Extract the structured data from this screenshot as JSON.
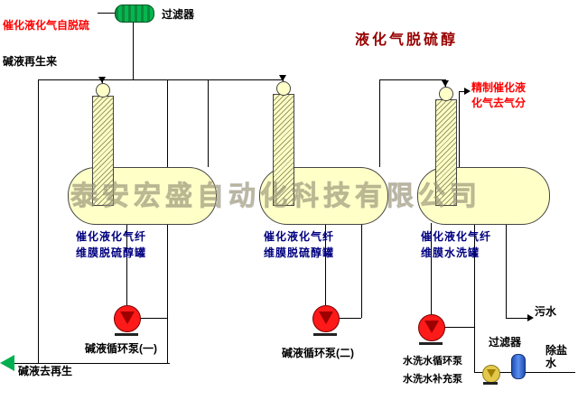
{
  "diagram": {
    "title": "液化气脱硫醇",
    "watermark": "泰安宏盛自动化科技有限公司",
    "labels": {
      "feed_in": "催化液化气自脱硫",
      "filter_top": "过滤器",
      "caustic_in": "碱液再生来",
      "product_line1": "精制催化液",
      "product_line2": "化气去气分",
      "caustic_out": "碱液去再生",
      "sewage": "污水",
      "demin_water": "除盐\n水",
      "filter_bottom": "过滤器"
    },
    "vessels": [
      {
        "label_line1": "催化液化气纤",
        "label_line2": "维膜脱硫醇罐"
      },
      {
        "label_line1": "催化液化气纤",
        "label_line2": "维膜脱硫醇罐"
      },
      {
        "label_line1": "催化液化气纤",
        "label_line2": "维膜水洗罐"
      }
    ],
    "pumps": [
      {
        "label": "碱液循环泵(一)"
      },
      {
        "label": "碱液循环泵(二)"
      },
      {
        "label": "水洗水循环泵"
      },
      {
        "label": "水洗水补充泵"
      }
    ],
    "colors": {
      "vessel_fill": "#FFFFC8",
      "pump_red": "#FF1A1A",
      "filter_green": "#06B551",
      "filter_blue": "#5B8EF0",
      "title_color": "#990000",
      "label_red": "#FF0000",
      "label_navy": "#000080",
      "arrow_green": "#00B050"
    }
  }
}
